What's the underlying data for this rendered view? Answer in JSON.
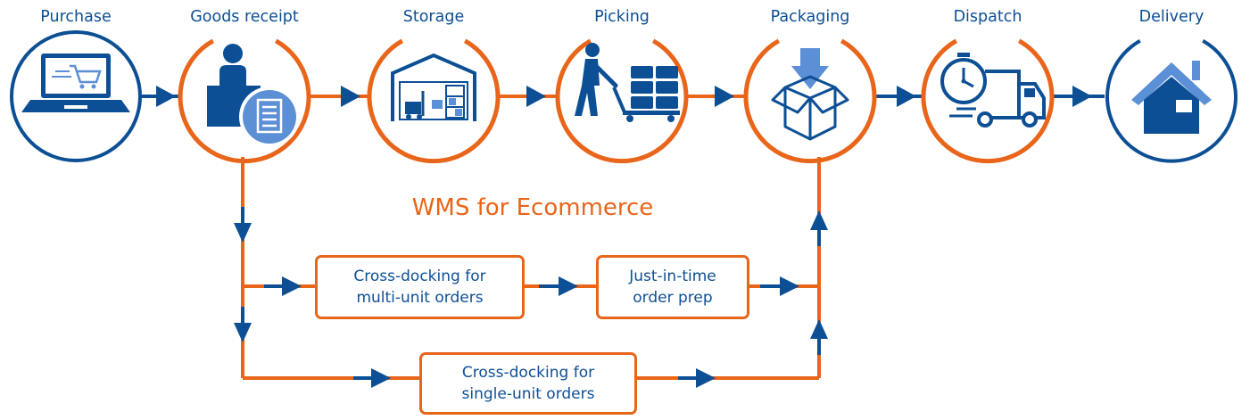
{
  "title": "WMS for Ecommerce",
  "colors": {
    "blue": "#0d4f94",
    "orange": "#e8651a",
    "light_blue": "#5b8fd6"
  },
  "stages": [
    {
      "label": "Purchase",
      "icon": "laptop-cart-icon",
      "ring": "blue"
    },
    {
      "label": "Goods receipt",
      "icon": "receptionist-document-icon",
      "ring": "orange"
    },
    {
      "label": "Storage",
      "icon": "warehouse-icon",
      "ring": "orange"
    },
    {
      "label": "Picking",
      "icon": "worker-pallet-icon",
      "ring": "orange"
    },
    {
      "label": "Packaging",
      "icon": "box-icon",
      "ring": "orange"
    },
    {
      "label": "Dispatch",
      "icon": "delivery-truck-icon",
      "ring": "orange"
    },
    {
      "label": "Delivery",
      "icon": "house-icon",
      "ring": "blue"
    }
  ],
  "boxes": {
    "cross_multi": "Cross-docking for\nmulti-unit orders",
    "jit": "Just-in-time\norder prep",
    "cross_single": "Cross-docking for\nsingle-unit orders"
  }
}
